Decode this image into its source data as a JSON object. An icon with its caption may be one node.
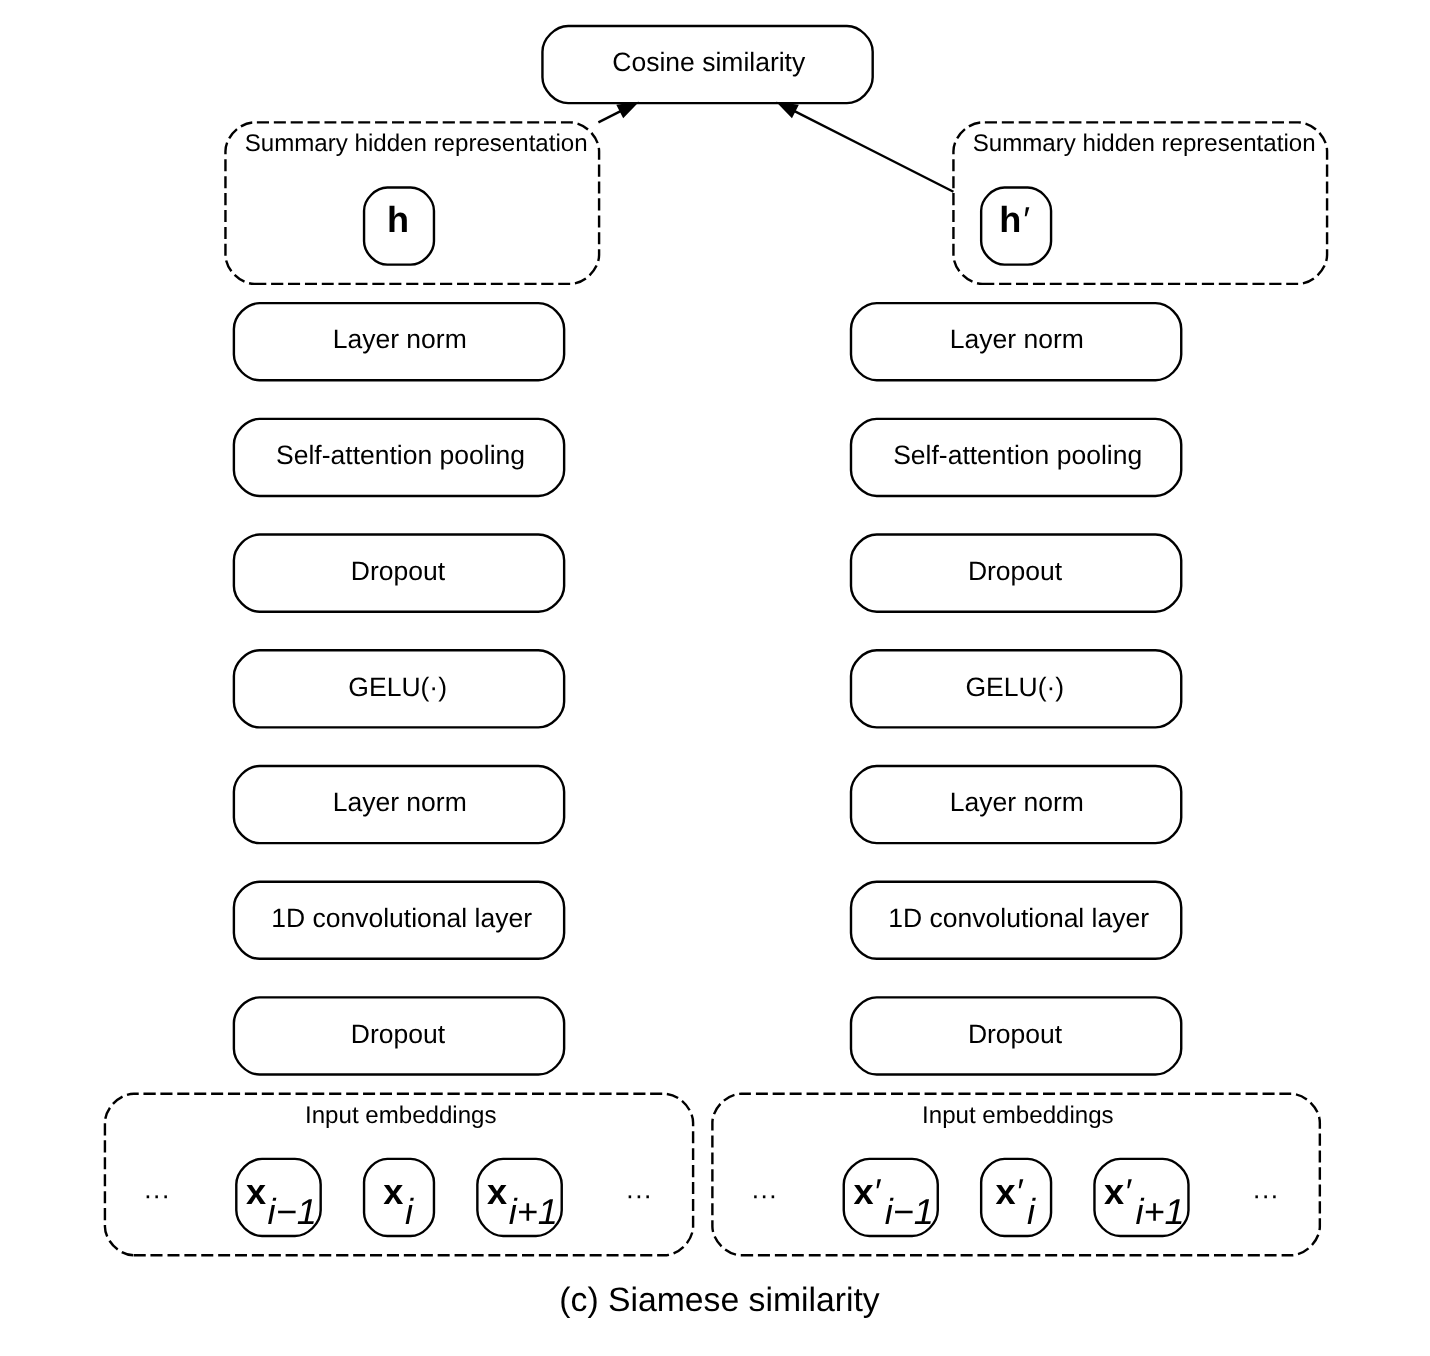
{
  "diagram": {
    "caption": "(c) Siamese similarity",
    "nodes": [
      {
        "text": [
          "Cosine similarity"
        ]
      },
      {
        "text": [
          "Summary hidden representation"
        ]
      },
      {
        "text": [
          "**h**"
        ],
        "in": 1
      },
      {
        "text": [
          "Layer norm"
        ]
      },
      {
        "text": [
          "Self-attention pooling"
        ]
      },
      {
        "text": [
          "Dropout"
        ]
      },
      {
        "text": [
          "GELU(·)"
        ]
      },
      {
        "text": [
          "Layer norm"
        ]
      },
      {
        "text": [
          "1D convolutional layer"
        ]
      },
      {
        "text": [
          "Dropout"
        ]
      },
      {
        "text": [
          "Input embeddings"
        ]
      },
      {
        "text": [
          "**x**$_{i−1}$"
        ],
        "in": 10
      },
      {
        "text": [
          "**x**$_{i}$"
        ],
        "in": 10
      },
      {
        "text": [
          "**x**$_{i+1}$"
        ],
        "in": 10
      },
      {
        "text": [
          "Summary hidden representation"
        ]
      },
      {
        "text": [
          "**h**′"
        ],
        "in": 14
      },
      {
        "text": [
          "Layer norm"
        ]
      },
      {
        "text": [
          "Self-attention pooling"
        ]
      },
      {
        "text": [
          "Dropout"
        ]
      },
      {
        "text": [
          "GELU(·)"
        ]
      },
      {
        "text": [
          "Layer norm"
        ]
      },
      {
        "text": [
          "1D convolutional layer"
        ]
      },
      {
        "text": [
          "Dropout"
        ]
      },
      {
        "text": [
          "Input embeddings"
        ]
      },
      {
        "text": [
          "**x**′$_{i−1}$"
        ],
        "in": 23
      },
      {
        "text": [
          "**x**′$_{i}$"
        ],
        "in": 23
      },
      {
        "text": [
          "**x**′$_{i+1}$"
        ],
        "in": 23
      }
    ],
    "edges": [
      {
        "from": 2,
        "to": 0,
        "arrow": "to"
      },
      {
        "from": 15,
        "to": 0,
        "arrow": "to"
      }
    ],
    "labels": [
      "···",
      "···",
      "···",
      "···"
    ]
  }
}
